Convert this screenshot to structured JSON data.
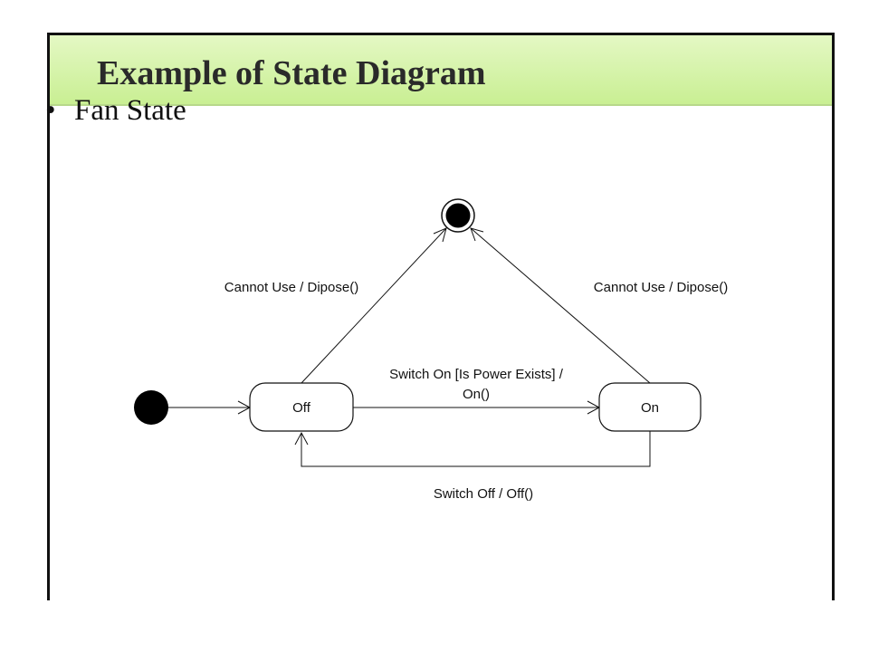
{
  "slide": {
    "title": "Example of State Diagram",
    "bullets": [
      "Fan State"
    ]
  },
  "diagram": {
    "states": [
      {
        "id": "off",
        "label": "Off"
      },
      {
        "id": "on",
        "label": "On"
      }
    ],
    "pseudo_states": [
      {
        "id": "initial",
        "kind": "initial"
      },
      {
        "id": "final",
        "kind": "final"
      }
    ],
    "transitions": [
      {
        "from": "initial",
        "to": "off",
        "label": ""
      },
      {
        "from": "off",
        "to": "on",
        "label_line1": "Switch On [Is Power Exists] /",
        "label_line2": "On()"
      },
      {
        "from": "on",
        "to": "off",
        "label": "Switch Off / Off()"
      },
      {
        "from": "off",
        "to": "final",
        "label": "Cannot Use / Dipose()"
      },
      {
        "from": "on",
        "to": "final",
        "label": "Cannot Use / Dipose()"
      }
    ],
    "line_color": "#111111",
    "header_color": "#c9ef93"
  }
}
